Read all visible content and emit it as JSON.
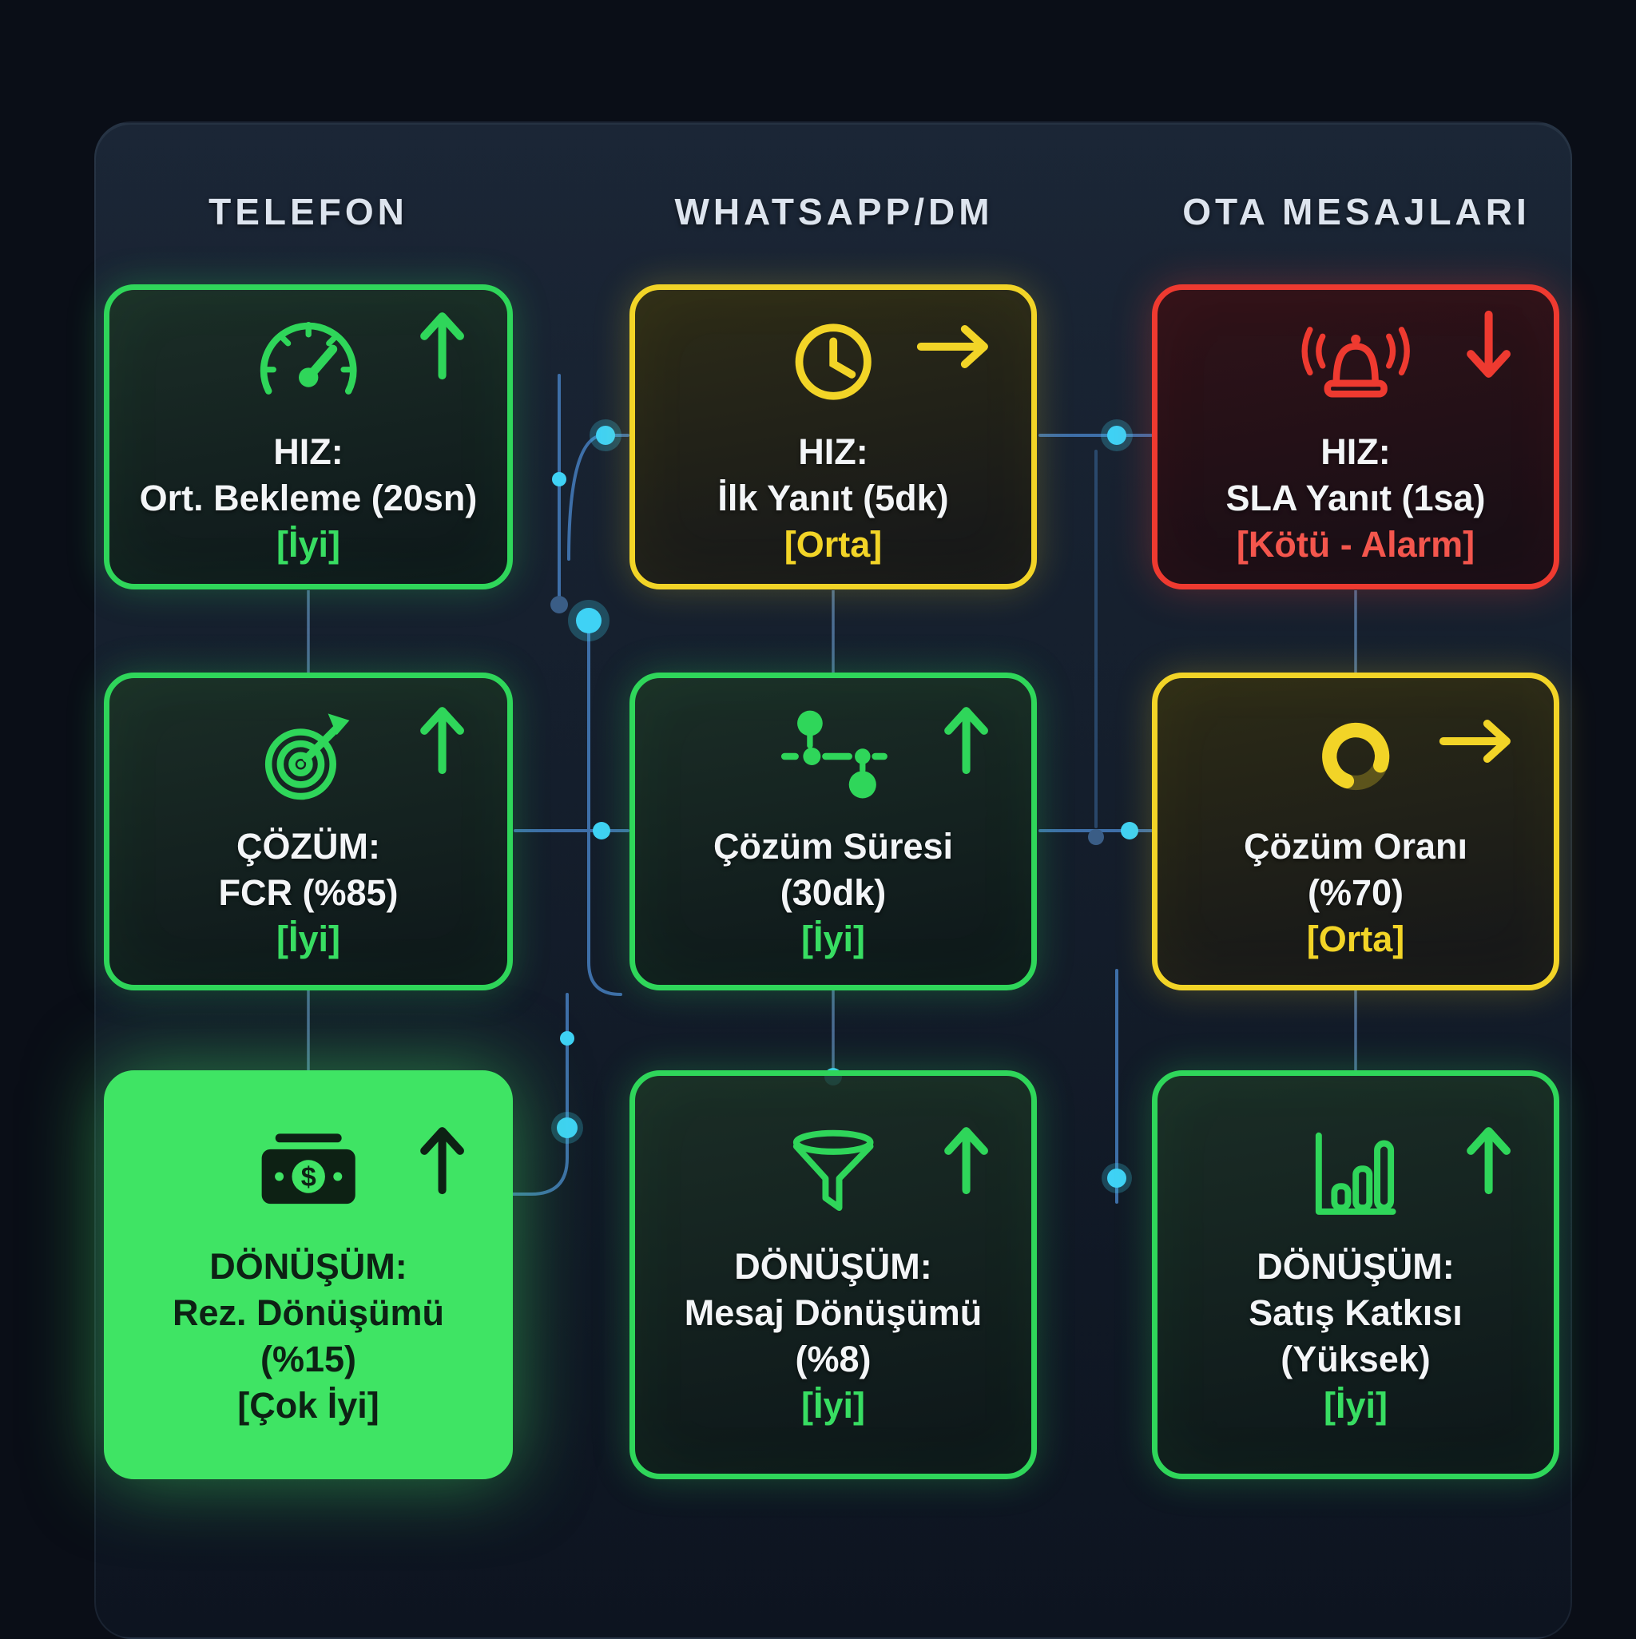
{
  "theme": {
    "background": "#0a0e17",
    "panel_bg": "#151f2d",
    "green": "#2fd65a",
    "yellow": "#f2d427",
    "red": "#ee3a30",
    "bright_green_fill": "#3fe464",
    "dark_on_bright": "#0d2114",
    "text_light": "#f3f5f7",
    "connector_blue": "#3e6fa8",
    "dot_cyan": "#3fd2f5"
  },
  "columns": [
    {
      "header": "TELEFON",
      "cards": [
        {
          "icon": "gauge-icon",
          "trend": "up",
          "color": "green",
          "lines": [
            "HIZ:",
            "Ort. Bekleme (20sn)"
          ],
          "status": "[İyi]"
        },
        {
          "icon": "target-icon",
          "trend": "up",
          "color": "green",
          "lines": [
            "ÇÖZÜM:",
            "FCR (%85)"
          ],
          "status": "[İyi]"
        },
        {
          "icon": "banknote-icon",
          "trend": "up",
          "color": "bright-green",
          "lines": [
            "DÖNÜŞÜM:",
            "Rez. Dönüşümü",
            "(%15)"
          ],
          "status": "[Çok İyi]"
        }
      ]
    },
    {
      "header": "WHATSAPP/DM",
      "cards": [
        {
          "icon": "clock-icon",
          "trend": "right",
          "color": "yellow",
          "lines": [
            "HIZ:",
            "İlk Yanıt (5dk)"
          ],
          "status": "[Orta]"
        },
        {
          "icon": "flow-nodes-icon",
          "trend": "up",
          "color": "green",
          "lines": [
            "Çözüm Süresi",
            "(30dk)"
          ],
          "status": "[İyi]"
        },
        {
          "icon": "funnel-icon",
          "trend": "up",
          "color": "green",
          "lines": [
            "DÖNÜŞÜM:",
            "Mesaj Dönüşümü",
            "(%8)"
          ],
          "status": "[İyi]"
        }
      ]
    },
    {
      "header": "OTA MESAJLARI",
      "cards": [
        {
          "icon": "alarm-bell-icon",
          "trend": "down",
          "color": "red",
          "lines": [
            "HIZ:",
            "SLA Yanıt (1sa)"
          ],
          "status": "[Kötü - Alarm]"
        },
        {
          "icon": "donut-ring-icon",
          "trend": "right",
          "color": "yellow",
          "lines": [
            "Çözüm Oranı",
            "(%70)"
          ],
          "status": "[Orta]"
        },
        {
          "icon": "bar-chart-icon",
          "trend": "up",
          "color": "green",
          "lines": [
            "DÖNÜŞÜM:",
            "Satış Katkısı",
            "(Yüksek)"
          ],
          "status": "[İyi]"
        }
      ]
    }
  ]
}
